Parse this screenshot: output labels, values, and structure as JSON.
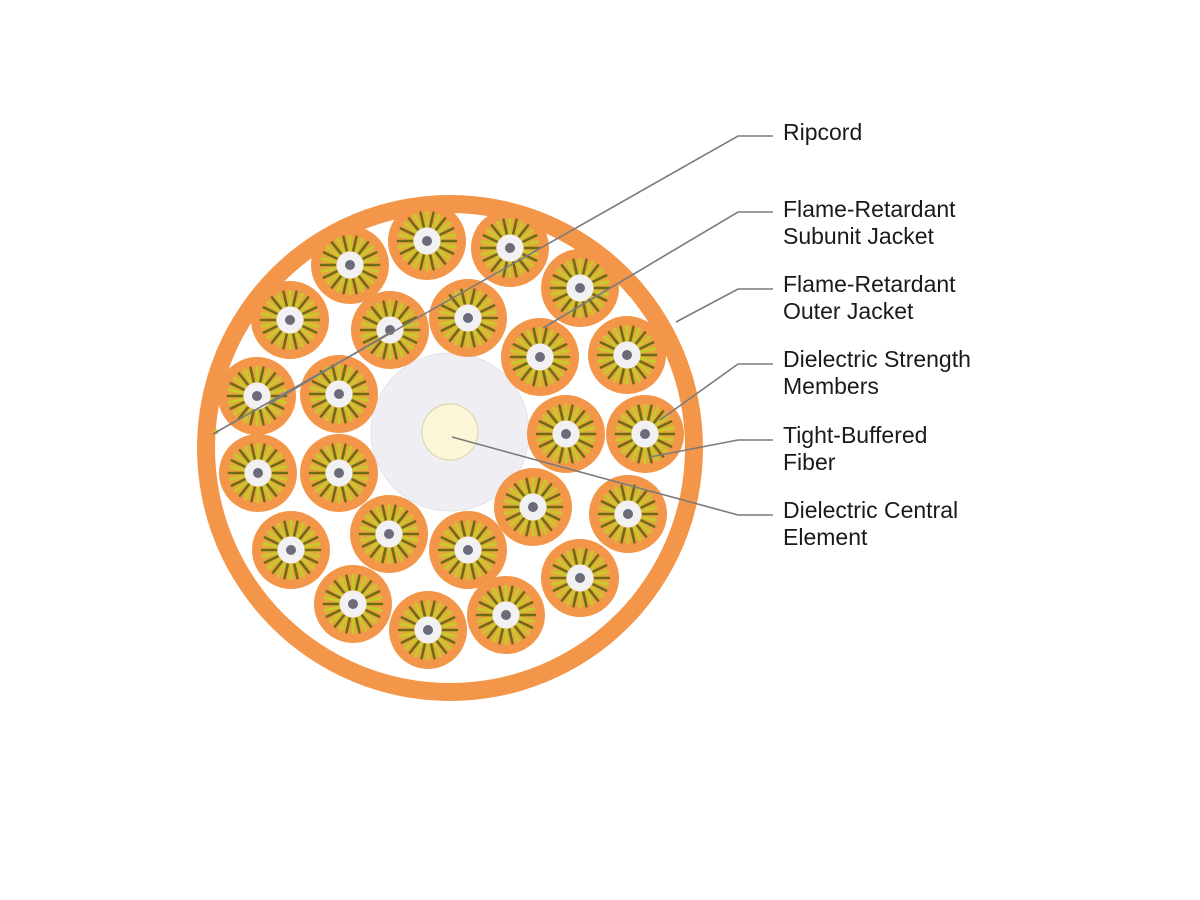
{
  "colors": {
    "jacket": "#F4964A",
    "subunit": "#F4964A",
    "filler": "#FFFFFF",
    "yarn_dark": "#6E6B12",
    "yarn_light": "#C7CB2A",
    "buffer": "#F1F1F4",
    "fiber_core": "#6B6B7A",
    "central_element": "#EFEFF3",
    "central_core": "#FBF7D6",
    "leader": "#7A7A7A"
  },
  "labels": [
    {
      "id": "ripcord",
      "lines": [
        "Ripcord"
      ]
    },
    {
      "id": "subunit-jacket",
      "lines": [
        "Flame-Retardant",
        "Subunit Jacket"
      ]
    },
    {
      "id": "outer-jacket",
      "lines": [
        "Flame-Retardant",
        "Outer Jacket"
      ]
    },
    {
      "id": "strength-members",
      "lines": [
        "Dielectric Strength",
        "Members"
      ]
    },
    {
      "id": "tight-buffered-fiber",
      "lines": [
        "Tight-Buffered",
        "Fiber"
      ]
    },
    {
      "id": "central-element",
      "lines": [
        "Dielectric Central",
        "Element"
      ]
    }
  ]
}
